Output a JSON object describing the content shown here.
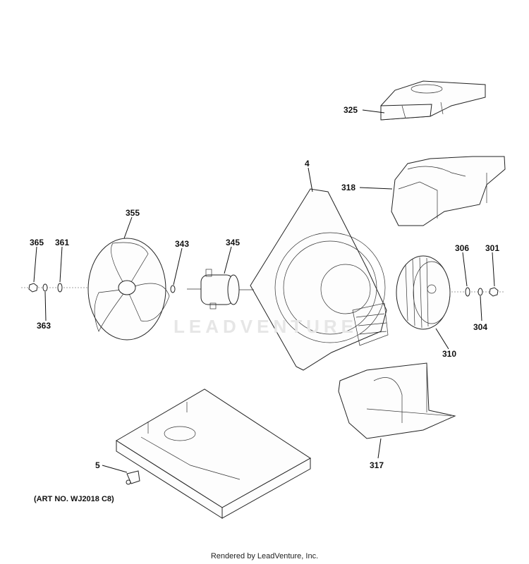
{
  "art_number": "(ART NO. WJ2018 C8)",
  "footer_text": "Rendered by LeadVenture, Inc.",
  "watermark": "LEADVENTURE",
  "callouts": {
    "c325": "325",
    "c318": "318",
    "c4": "4",
    "c355": "355",
    "c365": "365",
    "c361": "361",
    "c343": "343",
    "c345": "345",
    "c306": "306",
    "c301": "301",
    "c363": "363",
    "c304": "304",
    "c310": "310",
    "c317": "317",
    "c5": "5"
  }
}
